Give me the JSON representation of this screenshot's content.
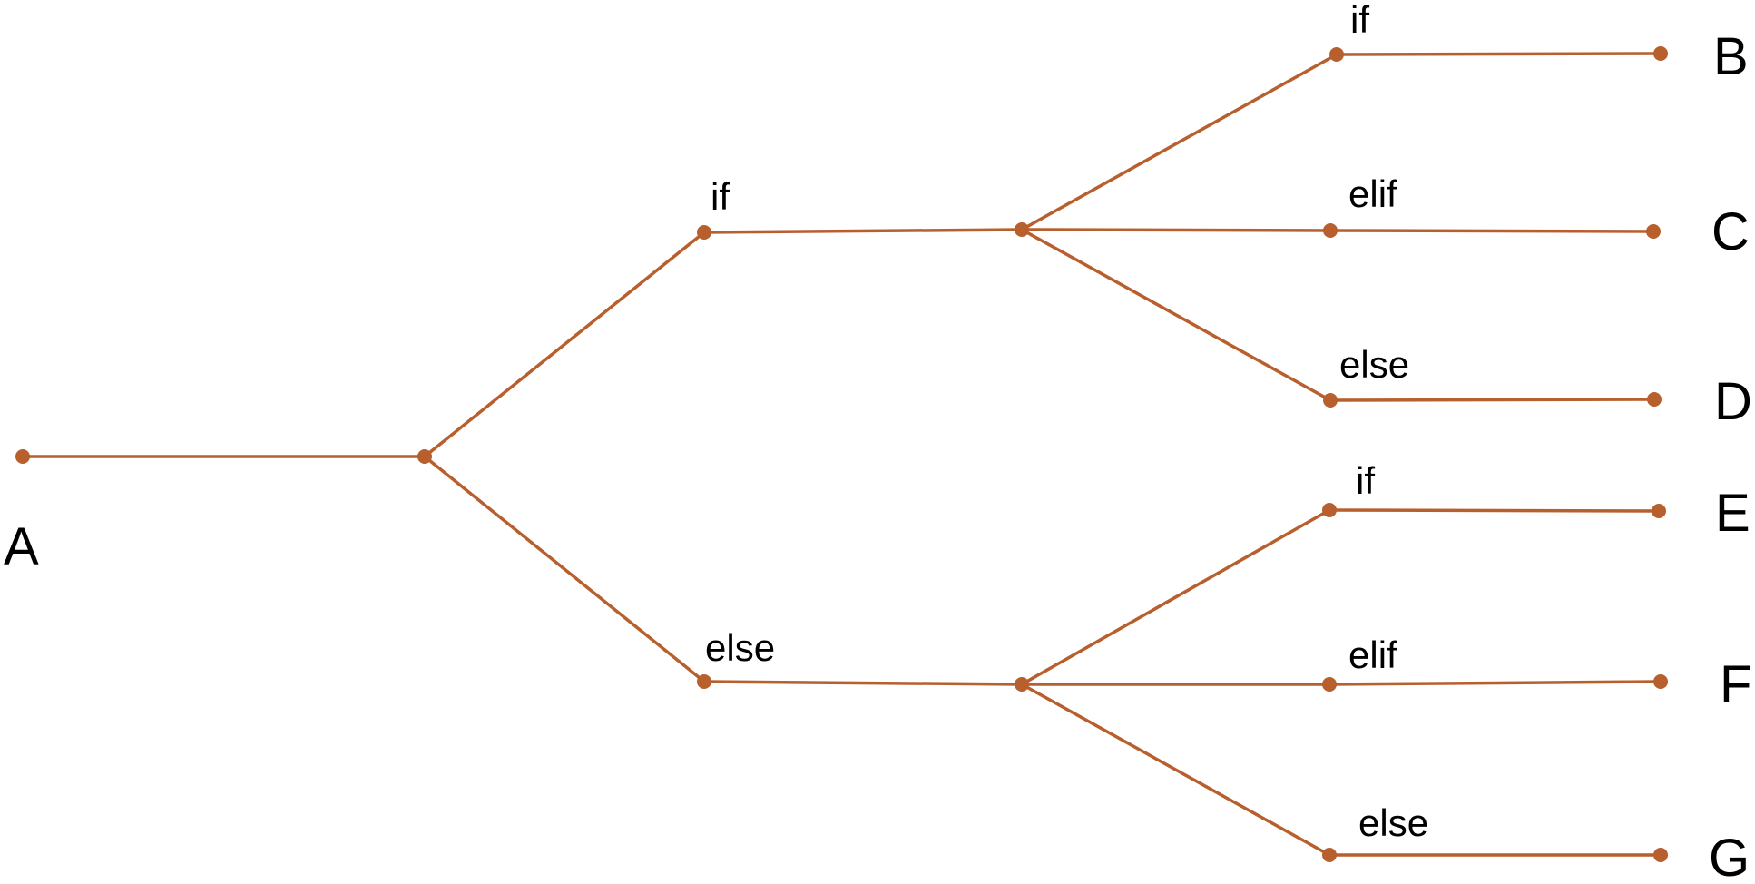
{
  "colors": {
    "line": "#b85f2e",
    "node": "#b85f2e",
    "background": "#ffffff",
    "text": "#000000"
  },
  "start_label": "A",
  "level1": {
    "if_label": "if",
    "else_label": "else"
  },
  "upper_group": {
    "if_label": "if",
    "elif_label": "elif",
    "else_label": "else"
  },
  "lower_group": {
    "if_label": "if",
    "elif_label": "elif",
    "else_label": "else"
  },
  "outcomes": [
    "B",
    "C",
    "D",
    "E",
    "F",
    "G"
  ]
}
